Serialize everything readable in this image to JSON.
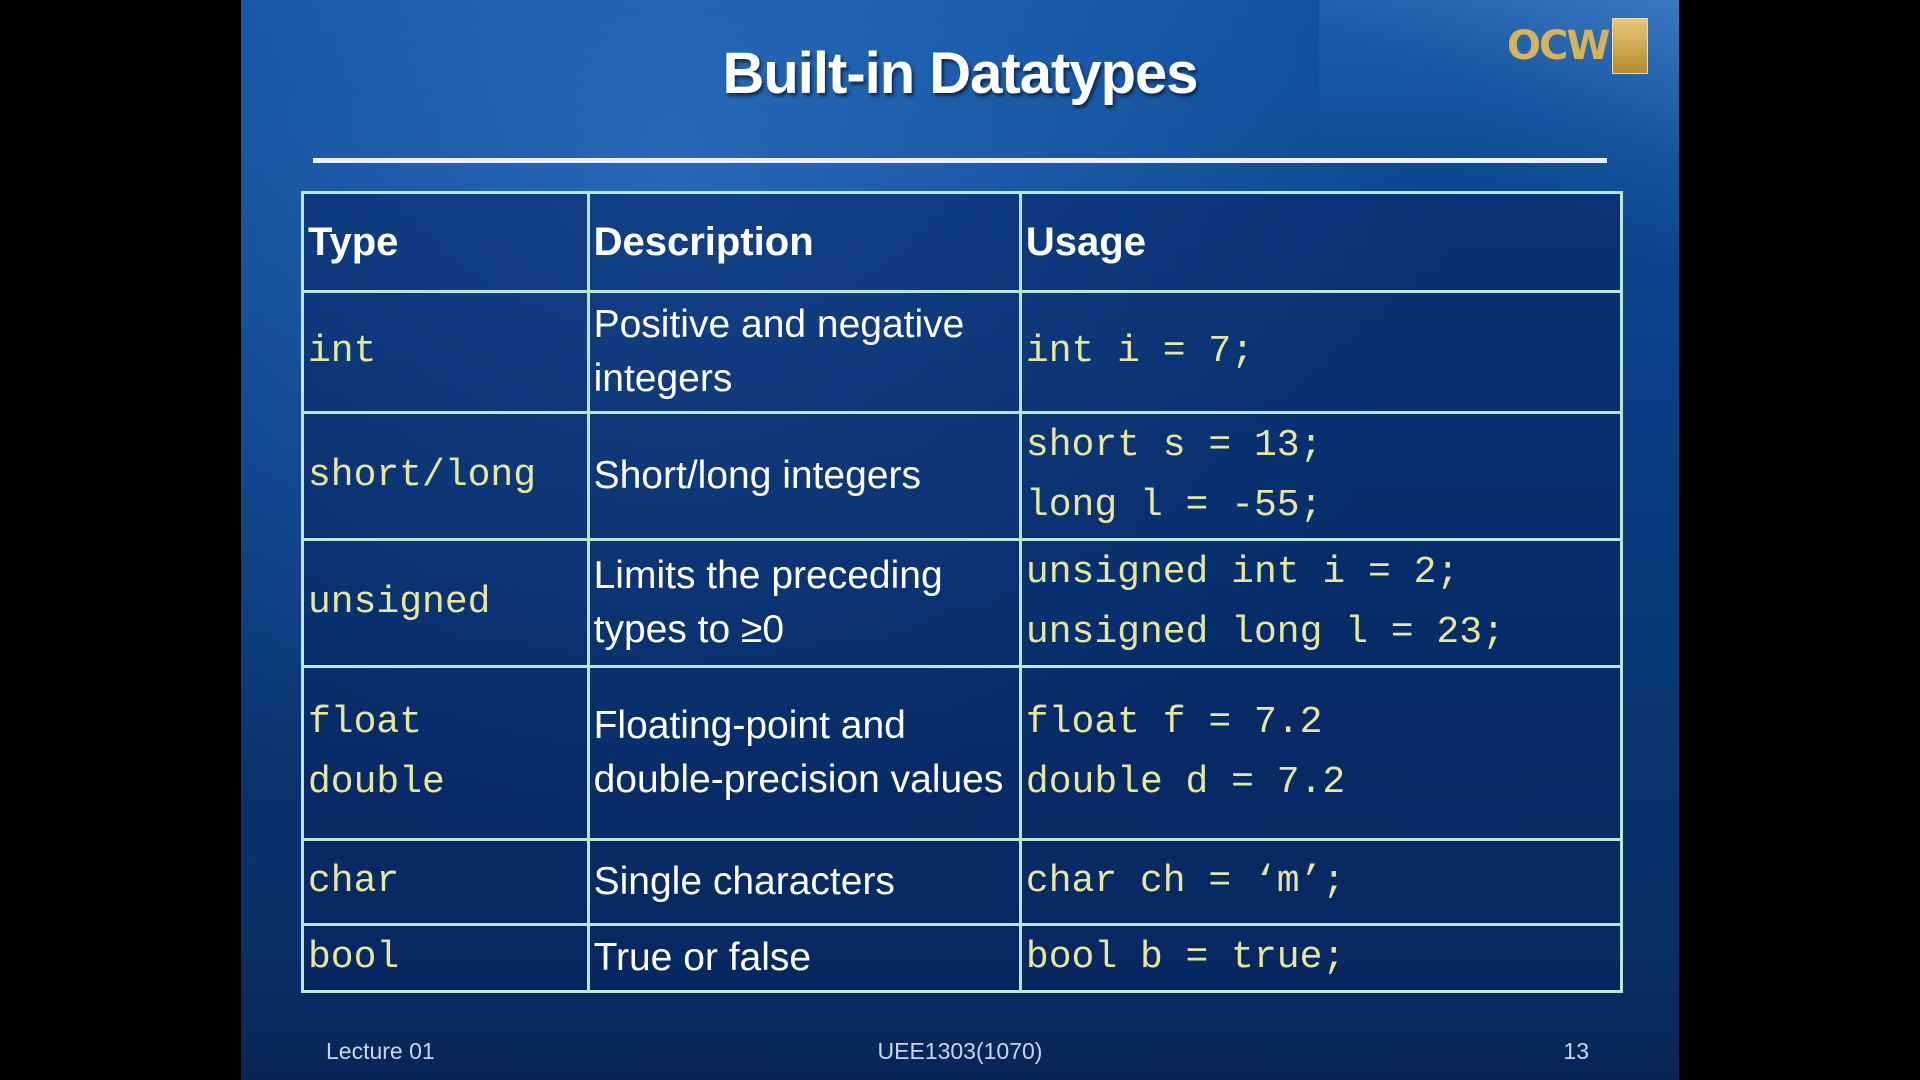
{
  "slide": {
    "title": "Built-in Datatypes",
    "logo": {
      "text": "OCW",
      "icon": "ocw-logo"
    }
  },
  "table": {
    "headers": [
      "Type",
      "Description",
      "Usage"
    ],
    "rows": [
      {
        "type": [
          "int"
        ],
        "description": "Positive and negative integers",
        "usage": [
          "int i = 7;"
        ]
      },
      {
        "type": [
          "short/long"
        ],
        "description": "Short/long integers",
        "usage": [
          "short s = 13;",
          "long l = -55;"
        ]
      },
      {
        "type": [
          "unsigned"
        ],
        "description": "Limits the preceding types to ≥0",
        "usage": [
          "unsigned int i = 2;",
          "unsigned long l = 23;"
        ]
      },
      {
        "type": [
          "float",
          "double"
        ],
        "description": "Floating-point and double-precision values",
        "usage": [
          "float f = 7.2",
          "double d = 7.2"
        ]
      },
      {
        "type": [
          "char"
        ],
        "description": "Single characters",
        "usage": [
          "char ch = ‘m’;"
        ]
      },
      {
        "type": [
          "bool"
        ],
        "description": "True or false",
        "usage": [
          "bool b = true;"
        ]
      }
    ]
  },
  "footer": {
    "left": "Lecture 01",
    "center": "UEE1303(1070)",
    "right": "13"
  },
  "colors": {
    "background": "#0a3f86",
    "code_text": "#e7e79a",
    "table_border": "#b9e7d3",
    "title_text": "#ffffff"
  }
}
